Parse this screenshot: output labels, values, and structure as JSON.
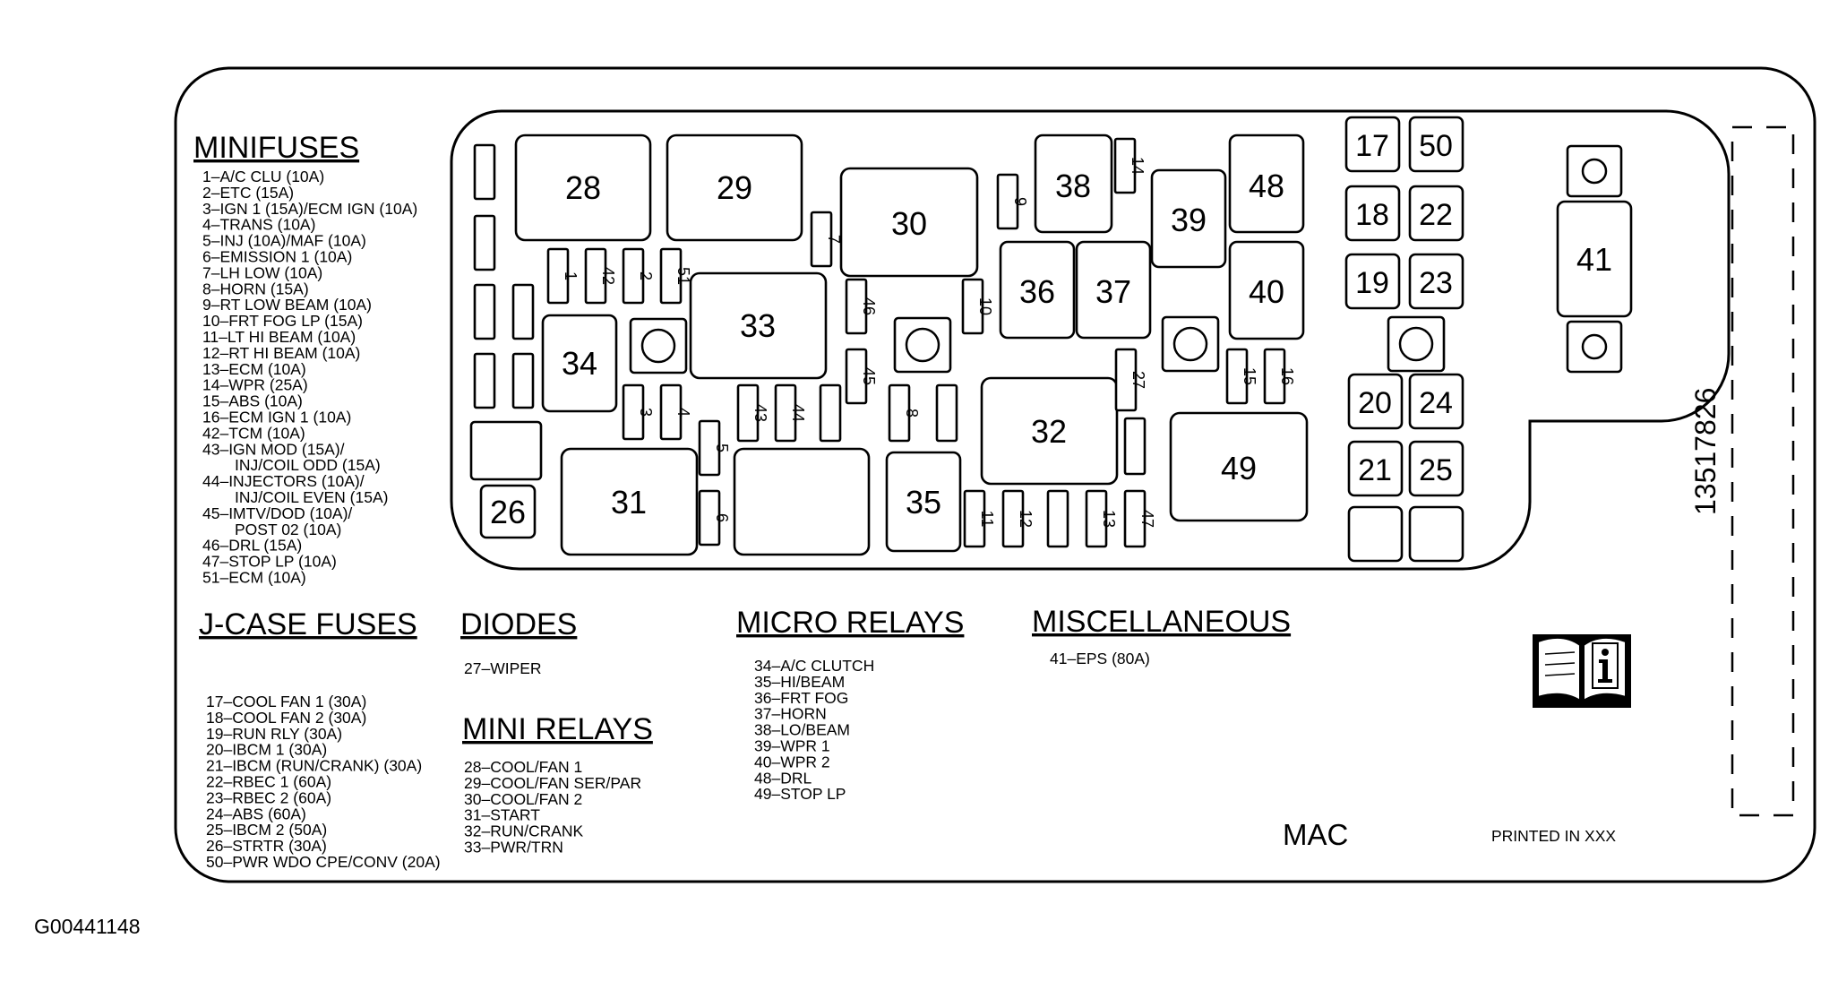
{
  "diagram": {
    "ref_number": "G00441148",
    "part_number": "13517826",
    "mac": "MAC",
    "printed": "PRINTED IN XXX"
  },
  "sections": {
    "minifuses": {
      "title": "MINIFUSES",
      "items": [
        "1–A/C CLU (10A)",
        "2–ETC (15A)",
        "3–IGN 1 (15A)/ECM IGN (10A)",
        "4–TRANS (10A)",
        "5–INJ (10A)/MAF (10A)",
        "6–EMISSION 1 (10A)",
        "7–LH LOW (10A)",
        "8–HORN (15A)",
        "9–RT LOW BEAM (10A)",
        "10–FRT FOG LP (15A)",
        "11–LT HI BEAM (10A)",
        "12–RT HI BEAM (10A)",
        "13–ECM (10A)",
        "14–WPR (25A)",
        "15–ABS (10A)",
        "16–ECM IGN 1 (10A)",
        "42–TCM (10A)",
        "43–IGN MOD (15A)/",
        "INJ/COIL ODD (15A)",
        "44–INJECTORS (10A)/",
        "INJ/COIL EVEN (15A)",
        "45–IMTV/DOD (10A)/",
        "POST 02 (10A)",
        "46–DRL (15A)",
        "47–STOP LP (10A)",
        "51–ECM (10A)"
      ]
    },
    "jcase": {
      "title": "J-CASE FUSES",
      "items": [
        "17–COOL FAN 1 (30A)",
        "18–COOL FAN 2 (30A)",
        "19–RUN RLY (30A)",
        "20–IBCM 1 (30A)",
        "21–IBCM (RUN/CRANK) (30A)",
        "22–RBEC 1 (60A)",
        "23–RBEC 2 (60A)",
        "24–ABS (60A)",
        "25–IBCM 2 (50A)",
        "26–STRTR (30A)",
        "50–PWR WDO CPE/CONV (20A)"
      ]
    },
    "diodes": {
      "title": "DIODES",
      "items": [
        "27–WIPER"
      ]
    },
    "mini_relays": {
      "title": "MINI RELAYS",
      "items": [
        "28–COOL/FAN 1",
        "29–COOL/FAN SER/PAR",
        "30–COOL/FAN 2",
        "31–START",
        "32–RUN/CRANK",
        "33–PWR/TRN"
      ]
    },
    "micro_relays": {
      "title": "MICRO RELAYS",
      "items": [
        "34–A/C CLUTCH",
        "35–HI/BEAM",
        "36–FRT FOG",
        "37–HORN",
        "38–LO/BEAM",
        "39–WPR 1",
        "40–WPR 2",
        "48–DRL",
        "49–STOP LP"
      ]
    },
    "misc": {
      "title": "MISCELLANEOUS",
      "items": [
        "41–EPS (80A)"
      ]
    }
  },
  "layout_labels": {
    "relays": [
      "28",
      "29",
      "30",
      "31",
      "32",
      "33",
      "34",
      "35",
      "36",
      "37",
      "38",
      "39",
      "40",
      "48",
      "49",
      "26"
    ],
    "minifuses_vertical": [
      "1",
      "42",
      "2",
      "51",
      "7",
      "9",
      "14",
      "10",
      "46",
      "45",
      "3",
      "4",
      "43",
      "44",
      "8",
      "27",
      "15",
      "16",
      "5",
      "6",
      "11",
      "12",
      "13",
      "47"
    ],
    "jcase": [
      "17",
      "50",
      "18",
      "22",
      "19",
      "23",
      "20",
      "24",
      "21",
      "25"
    ],
    "mega": "41"
  }
}
